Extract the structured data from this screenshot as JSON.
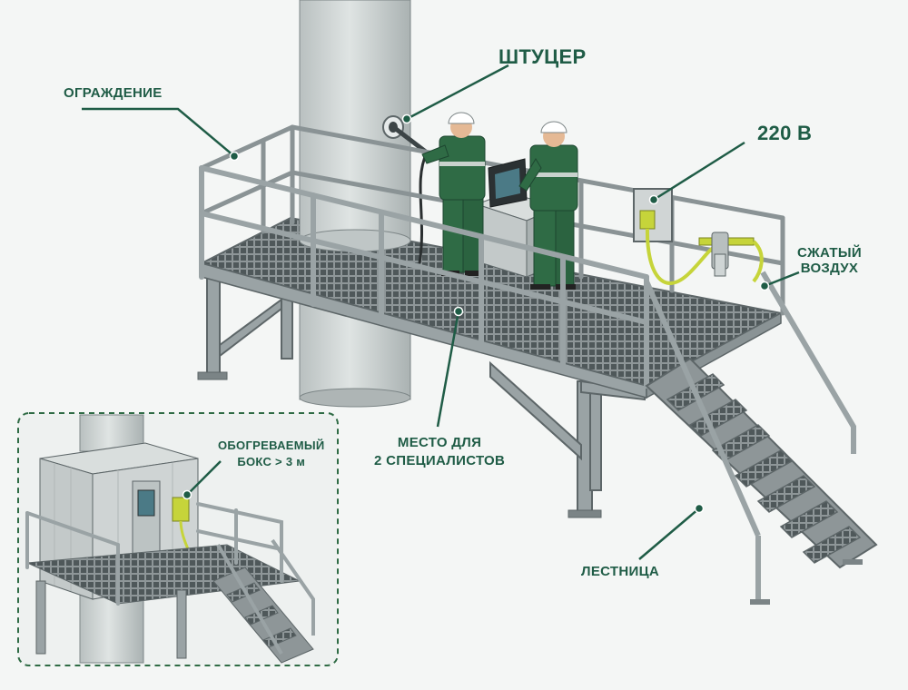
{
  "labels": {
    "fence": "ОГРАЖДЕНИЕ",
    "fitting": "ШТУЦЕР",
    "power": "220 В",
    "air_line1": "СЖАТЫЙ",
    "air_line2": "ВОЗДУХ",
    "workplace_line1": "МЕСТО ДЛЯ",
    "workplace_line2": "2 СПЕЦИАЛИСТОВ",
    "ladder": "ЛЕСТНИЦА",
    "heated_box_line1": "ОБОГРЕВАЕМЫЙ",
    "heated_box_line2": "БОКС > 3 м"
  },
  "colors": {
    "accent_green": "#1f5c46",
    "worker_green": "#2f6b45",
    "steel": "#9aa3a5",
    "steel_dark": "#5d6668",
    "stack": "#c9cfcf",
    "hose_yellow": "#c6d43a",
    "background": "#f4f6f5"
  }
}
